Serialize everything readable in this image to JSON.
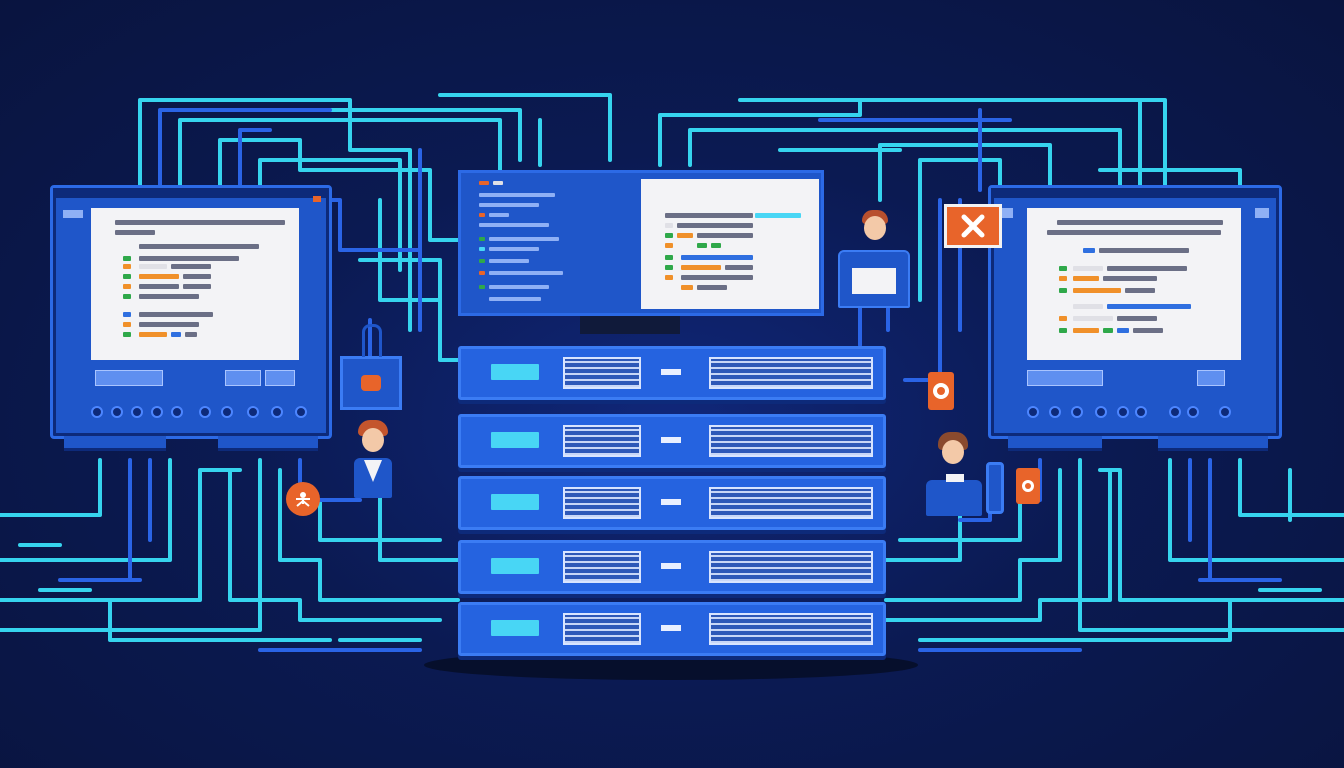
{
  "scene": {
    "description_free": true,
    "colors": {
      "background": "#0b1a4f",
      "wire_cyan": "#36d4ee",
      "wire_blue": "#2a64e6",
      "panel_blue": "#1f56c9",
      "accent_orange": "#e8642a",
      "screen": "#f3f3f6",
      "code_gray": "#6b6f86",
      "code_orange": "#f0902a",
      "code_green": "#2fa84a",
      "code_blue": "#2f6fe0",
      "code_cyan": "#48d6f5"
    }
  },
  "devices": {
    "side_monitors": [
      "left-monitor",
      "right-monitor"
    ],
    "center_monitor": "center-monitor",
    "rack_units": [
      "server-unit",
      "server-unit",
      "server-unit",
      "server-unit",
      "server-unit"
    ],
    "people": [
      "person",
      "person",
      "person"
    ],
    "status_icons": [
      "error-close-icon",
      "warning-badge-icon",
      "alert-badge-icon",
      "node-hub-icon",
      "lock-badge-icon"
    ]
  }
}
